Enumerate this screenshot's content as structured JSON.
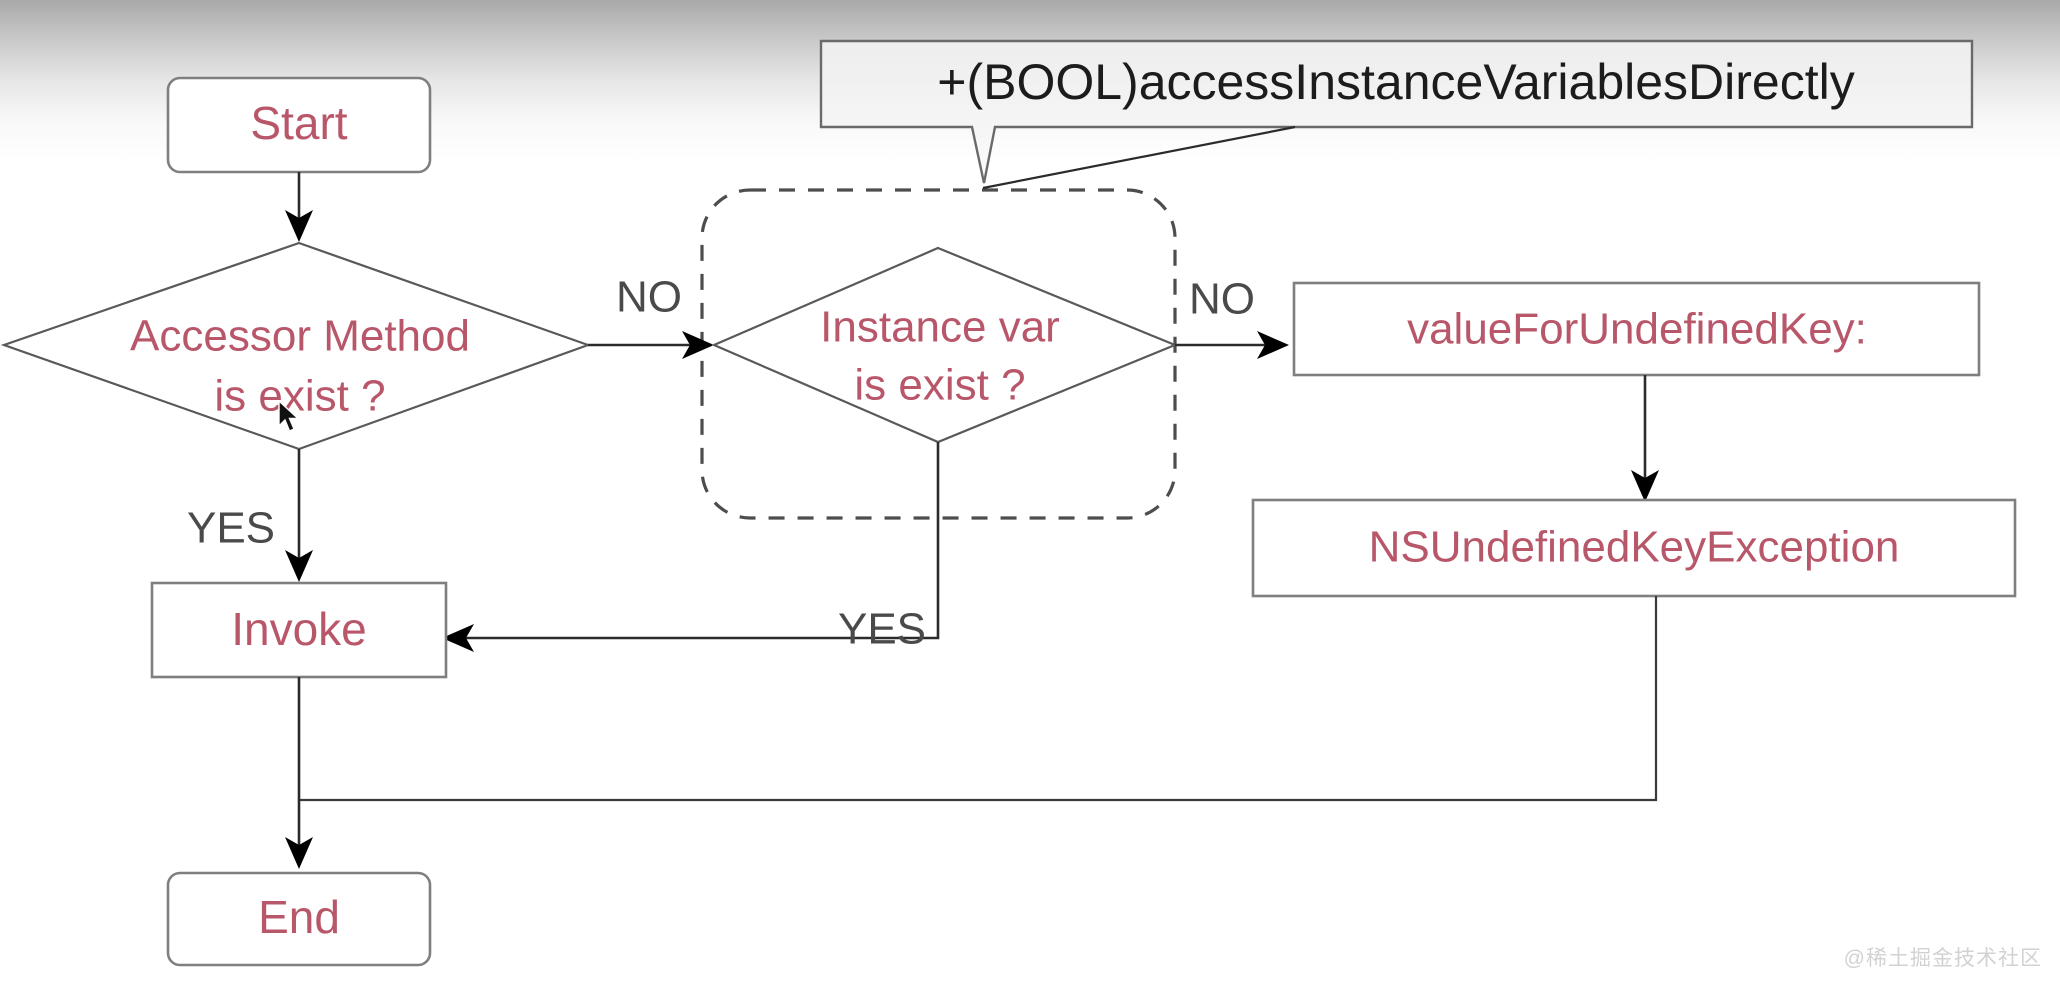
{
  "diagram": {
    "title": "Key-Value Coding value lookup flow",
    "colors": {
      "node_text": "#b9576a",
      "node_border": "#7f7f7f",
      "connector": "#2b2b2b",
      "edge_label": "#4a4a4a",
      "dashed_group": "#4d4d4d",
      "callout_text": "#1c1c1c",
      "background_top": "#a9a9a9",
      "background_bottom": "#ffffff"
    },
    "nodes": {
      "start": {
        "label": "Start",
        "shape": "rounded-rect"
      },
      "accessor_decision": {
        "label_line1": "Accessor Method",
        "label_line2": "is exist ?",
        "shape": "diamond"
      },
      "instance_var_decision": {
        "label_line1": "Instance var",
        "label_line2": "is exist ?",
        "shape": "diamond"
      },
      "value_for_undefined_key": {
        "label": "valueForUndefinedKey:",
        "shape": "rect"
      },
      "ns_undefined_key_exception": {
        "label": "NSUndefinedKeyException",
        "shape": "rect"
      },
      "invoke": {
        "label": "Invoke",
        "shape": "rect"
      },
      "end": {
        "label": "End",
        "shape": "rounded-rect"
      }
    },
    "callout": {
      "label": "+(BOOL)accessInstanceVariablesDirectly",
      "shape": "callout-box-with-tail"
    },
    "edge_labels": {
      "accessor_no": "NO",
      "accessor_yes": "YES",
      "instance_var_no": "NO",
      "instance_var_yes": "YES"
    },
    "watermark": "@稀土掘金技术社区"
  }
}
